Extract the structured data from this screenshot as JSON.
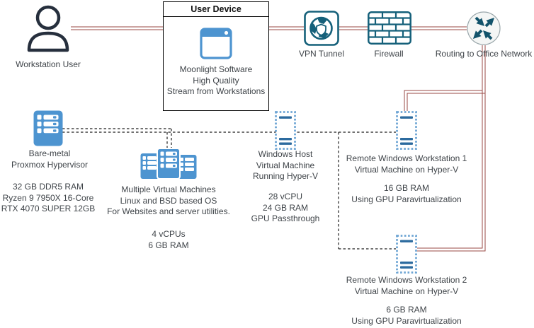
{
  "diagram": {
    "nodes": {
      "workstation_user": {
        "label": "Workstation User",
        "icon": "person-icon"
      },
      "user_device": {
        "title": "User Device",
        "icon": "app-window-icon",
        "description": "Moonlight Software\nHigh Quality\nStream from Workstations"
      },
      "vpn_tunnel": {
        "label": "VPN Tunnel",
        "icon": "globe-shield-icon"
      },
      "firewall": {
        "label": "Firewall",
        "icon": "brick-wall-icon"
      },
      "office_routing": {
        "label": "Routing to Office Network",
        "icon": "router-arrows-icon"
      },
      "proxmox_hypervisor": {
        "label": "Bare-metal\nProxmox Hypervisor",
        "specs": "32 GB DDR5 RAM\nRyzen 9 7950X 16-Core\nRTX 4070 SUPER 12GB",
        "icon": "server-icon"
      },
      "linux_vms": {
        "label": "Multiple Virtual Machines\nLinux and BSD based OS\nFor Websites and server utilities.",
        "specs": "4 vCPUs\n6 GB RAM",
        "icon": "server-cluster-icon"
      },
      "windows_host": {
        "label": "Windows Host\nVirtual Machine\nRunning Hyper-V",
        "specs": "28 vCPU\n24 GB RAM\nGPU Passthrough",
        "icon": "virtual-machine-icon"
      },
      "remote_workstation_1": {
        "label": "Remote Windows Workstation 1\nVirtual Machine on Hyper-V",
        "specs": "16 GB RAM\nUsing GPU Paravirtualization",
        "icon": "virtual-machine-icon"
      },
      "remote_workstation_2": {
        "label": "Remote Windows Workstation 2\nVirtual Machine on Hyper-V",
        "specs": "6 GB RAM\nUsing GPU Paravirtualization",
        "icon": "virtual-machine-icon"
      }
    },
    "connections": [
      {
        "from": "workstation_user",
        "to": "user_device",
        "style": "double-red-line"
      },
      {
        "from": "user_device",
        "to": "vpn_tunnel",
        "style": "double-red-line"
      },
      {
        "from": "vpn_tunnel",
        "to": "firewall",
        "style": "double-red-line"
      },
      {
        "from": "firewall",
        "to": "office_routing",
        "style": "double-red-line"
      },
      {
        "from": "office_routing",
        "to": "remote_workstation_1",
        "style": "double-red-line"
      },
      {
        "from": "office_routing",
        "to": "remote_workstation_2",
        "style": "double-red-line"
      },
      {
        "from": "proxmox_hypervisor",
        "to": "linux_vms",
        "style": "dashed-black"
      },
      {
        "from": "proxmox_hypervisor",
        "to": "windows_host",
        "style": "dashed-black"
      },
      {
        "from": "windows_host",
        "to": "remote_workstation_1",
        "style": "dashed-black"
      },
      {
        "from": "windows_host",
        "to": "remote_workstation_2",
        "style": "dashed-black"
      }
    ],
    "colors": {
      "node_blue": "#4d94d0",
      "vm_border_blue": "#6ea5d4",
      "vm_bar_blue": "#2c6b9f",
      "security_teal": "#15607a",
      "link_red": "#9a4a45",
      "dashed_black": "#1f1f1f",
      "text": "#3f4449"
    }
  }
}
